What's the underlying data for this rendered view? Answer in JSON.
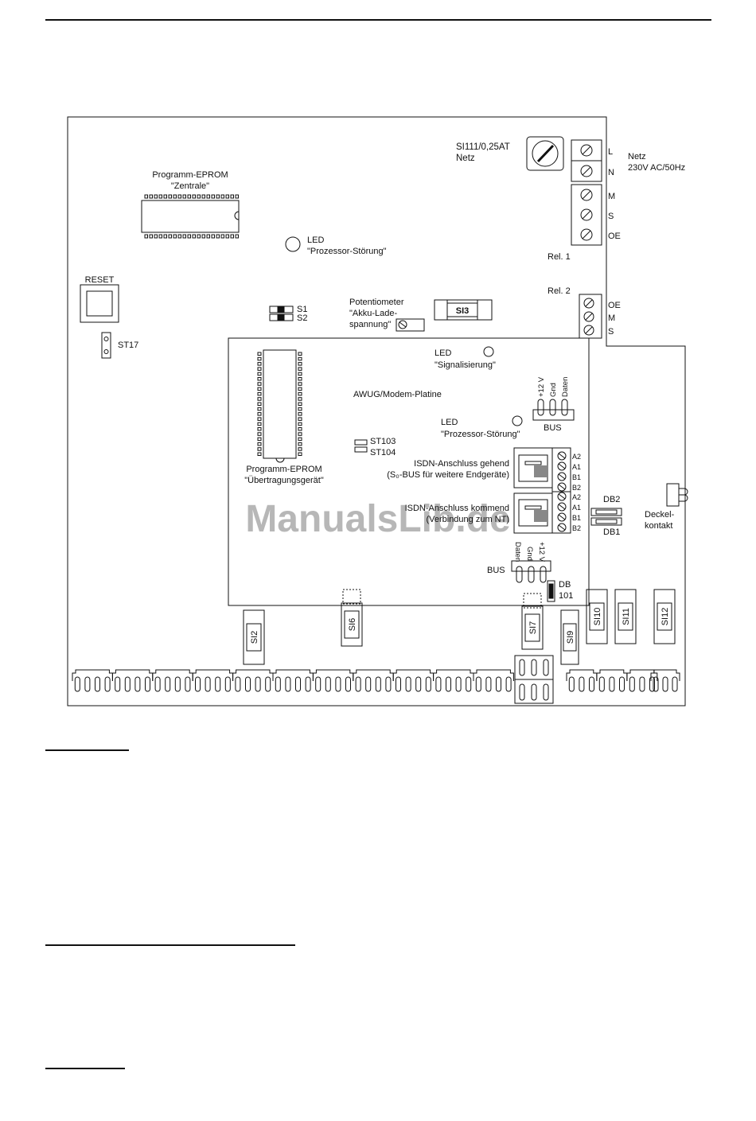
{
  "labels": {
    "fuse_main": "SI111/0,25AT",
    "fuse_main_sub": "Netz",
    "netz_L": "L",
    "netz_N": "N",
    "netz_title": "Netz",
    "netz_spec": "230V AC/50Hz",
    "rel1_M": "M",
    "rel1_S": "S",
    "rel1_OE": "OE",
    "rel1": "Rel. 1",
    "rel2": "Rel. 2",
    "rel2_OE": "OE",
    "rel2_M": "M",
    "rel2_S": "S",
    "eprom_main_1": "Programm-EPROM",
    "eprom_main_2": "\"Zentrale\"",
    "led_proc_1": "LED",
    "led_proc_2": "\"Prozessor-Störung\"",
    "reset": "RESET",
    "s1": "S1",
    "s2": "S2",
    "pot_1": "Potentiometer",
    "pot_2": "\"Akku-Lade-",
    "pot_3": "spannung\"",
    "si3": "SI3",
    "st17": "ST17",
    "led_sig_1": "LED",
    "led_sig_2": "\"Signalisierung\"",
    "awug": "AWUG/Modem-Platine",
    "bus_top_12v": "+12 V",
    "bus_top_gnd": "Gnd",
    "bus_top_daten": "Daten",
    "bus_top": "BUS",
    "led_modem_1": "LED",
    "led_modem_2": "\"Prozessor-Störung\"",
    "st103": "ST103",
    "st104": "ST104",
    "eprom_modem_1": "Programm-EPROM",
    "eprom_modem_2": "\"Übertragungsgerät\"",
    "isdn_out_1": "ISDN-Anschluss gehend",
    "isdn_out_2": "(S₀-BUS für weitere Endgeräte)",
    "isdn_in_1": "ISDN-Anschluss kommend",
    "isdn_in_2": "(Verbindung zum NT)",
    "term_a2": "A2",
    "term_a1": "A1",
    "term_b1": "B1",
    "term_b2": "B2",
    "term2_a2": "A2",
    "term2_a1": "A1",
    "term2_b1": "B1",
    "term2_b2": "B2",
    "db2": "DB2",
    "db1": "DB1",
    "deckel_1": "Deckel-",
    "deckel_2": "kontakt",
    "bus_bot_daten": "Daten",
    "bus_bot_gnd": "Gnd",
    "bus_bot_12v": "+12 V",
    "bus_bot": "BUS",
    "db101_1": "DB",
    "db101_2": "101",
    "si2": "SI2",
    "si6": "SI6",
    "si7": "SI7",
    "si9": "SI9",
    "si10": "SI10",
    "si11": "SI11",
    "si12": "SI12"
  },
  "watermark": "ManualsLib.de"
}
